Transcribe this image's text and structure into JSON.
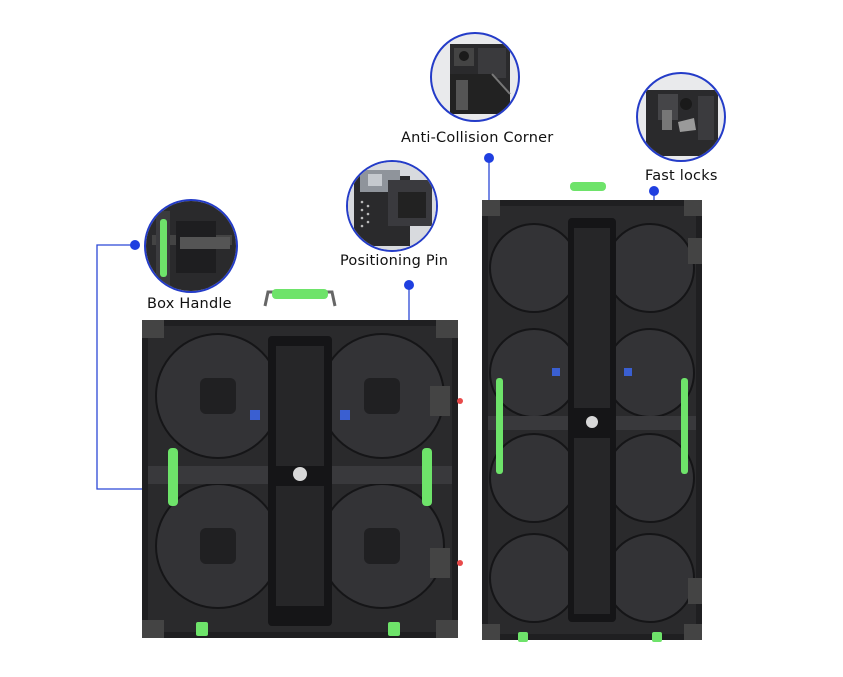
{
  "callouts": {
    "anti_collision_corner": "Anti-Collision Corner",
    "fast_locks": "Fast locks",
    "positioning_pin": "Positioning Pin",
    "box_handle": "Box Handle"
  },
  "colors": {
    "callout_line": "#2b47d6",
    "callout_dot": "#1f3fe0",
    "cabinet_body": "#1f1f21",
    "cabinet_shade": "#3a3a3e",
    "handle_green": "#6ee36a",
    "accent_blue": "#3a5fd1",
    "accent_red": "#e84a4a"
  }
}
